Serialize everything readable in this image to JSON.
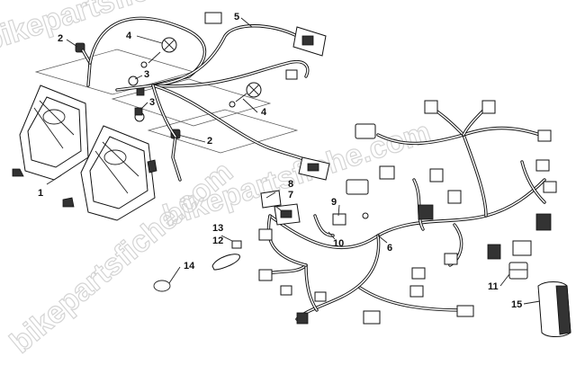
{
  "watermark": "bikepartsfiche.com",
  "callouts": {
    "c1": "1",
    "c2a": "2",
    "c2b": "2",
    "c3a": "3",
    "c3b": "3",
    "c4a": "4",
    "c4b": "4",
    "c5": "5",
    "c6": "6",
    "c7": "7",
    "c8": "8",
    "c9": "9",
    "c10": "10",
    "c11": "11",
    "c12": "12",
    "c13": "13",
    "c14": "14",
    "c15": "15"
  }
}
